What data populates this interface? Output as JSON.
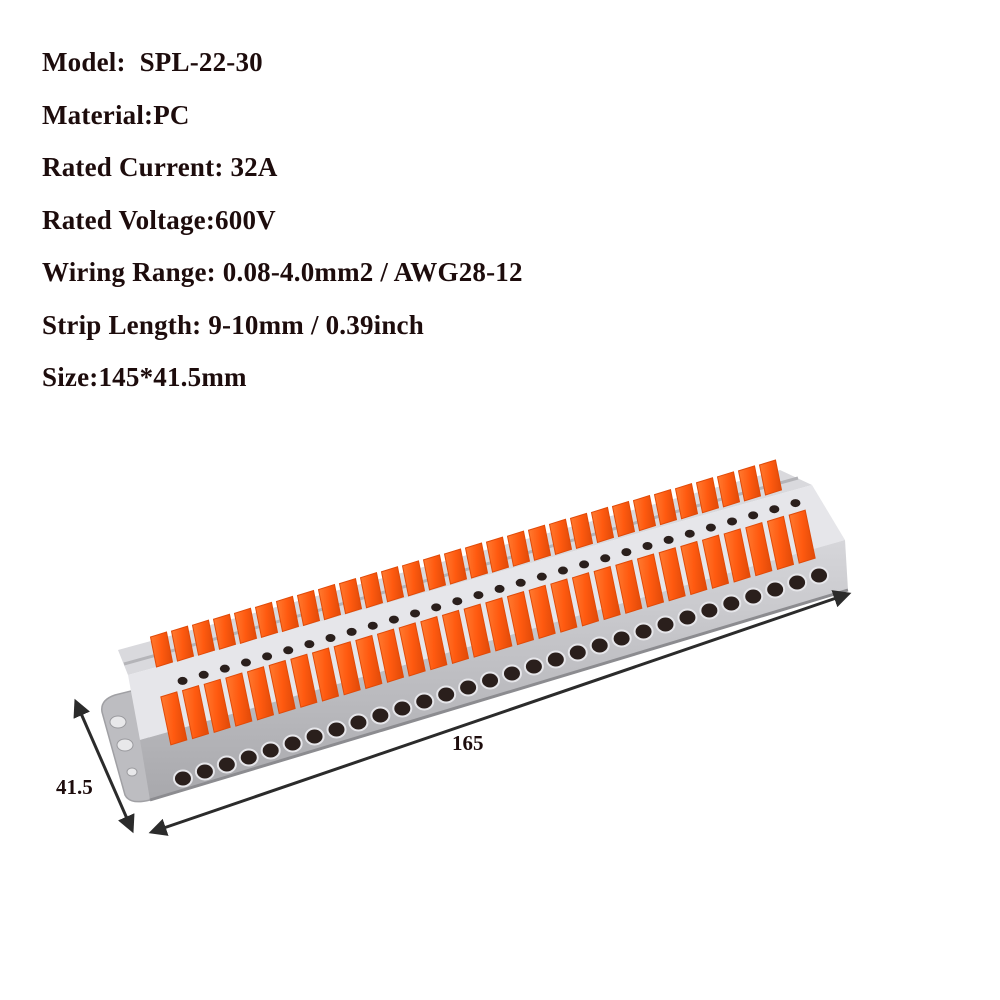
{
  "specs": {
    "model": "Model:  SPL-22-30",
    "material": "Material:PC",
    "rated_current": "Rated Current: 32A",
    "rated_voltage": "Rated Voltage:600V",
    "wiring_range": "Wiring Range: 0.08-4.0mm2 / AWG28-12",
    "strip_length": "Strip Length: 9-10mm / 0.39inch",
    "size": "Size:145*41.5mm"
  },
  "dimensions": {
    "width_label": "165",
    "depth_label": "41.5"
  },
  "product": {
    "name": "SPL-22-30 lever wire connector terminal block",
    "rows": 2,
    "positions_per_row": 30,
    "colors": {
      "lever_orange": "#ff5a10",
      "lever_shade": "#e04a08",
      "housing_grey": "#c9c9cc",
      "housing_light": "#e4e4e8",
      "housing_dark": "#9c9ca0",
      "hole_dark": "#2a1f1c",
      "arrow": "#2b2b2b"
    }
  }
}
